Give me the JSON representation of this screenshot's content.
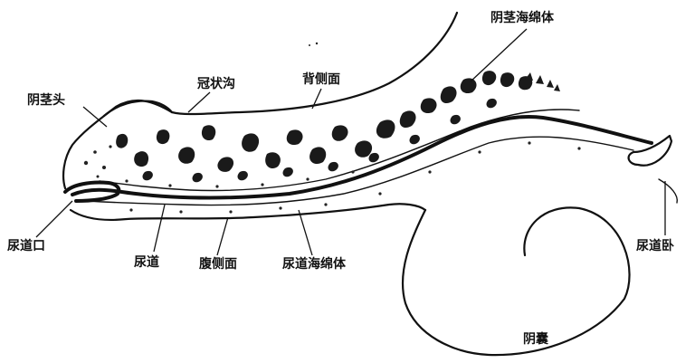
{
  "labels": {
    "glans": "阴茎头",
    "coronal_sulcus": "冠状沟",
    "dorsal_side": "背侧面",
    "corpus_cavernosum": "阴茎海绵体",
    "urethral_orifice": "尿道口",
    "urethra": "尿道",
    "ventral_side": "腹侧面",
    "corpus_spongiosum": "尿道海绵体",
    "urethral_bulb": "尿道卧",
    "scrotum": "阴囊"
  },
  "colors": {
    "ink": "#111111",
    "background": "#ffffff"
  }
}
